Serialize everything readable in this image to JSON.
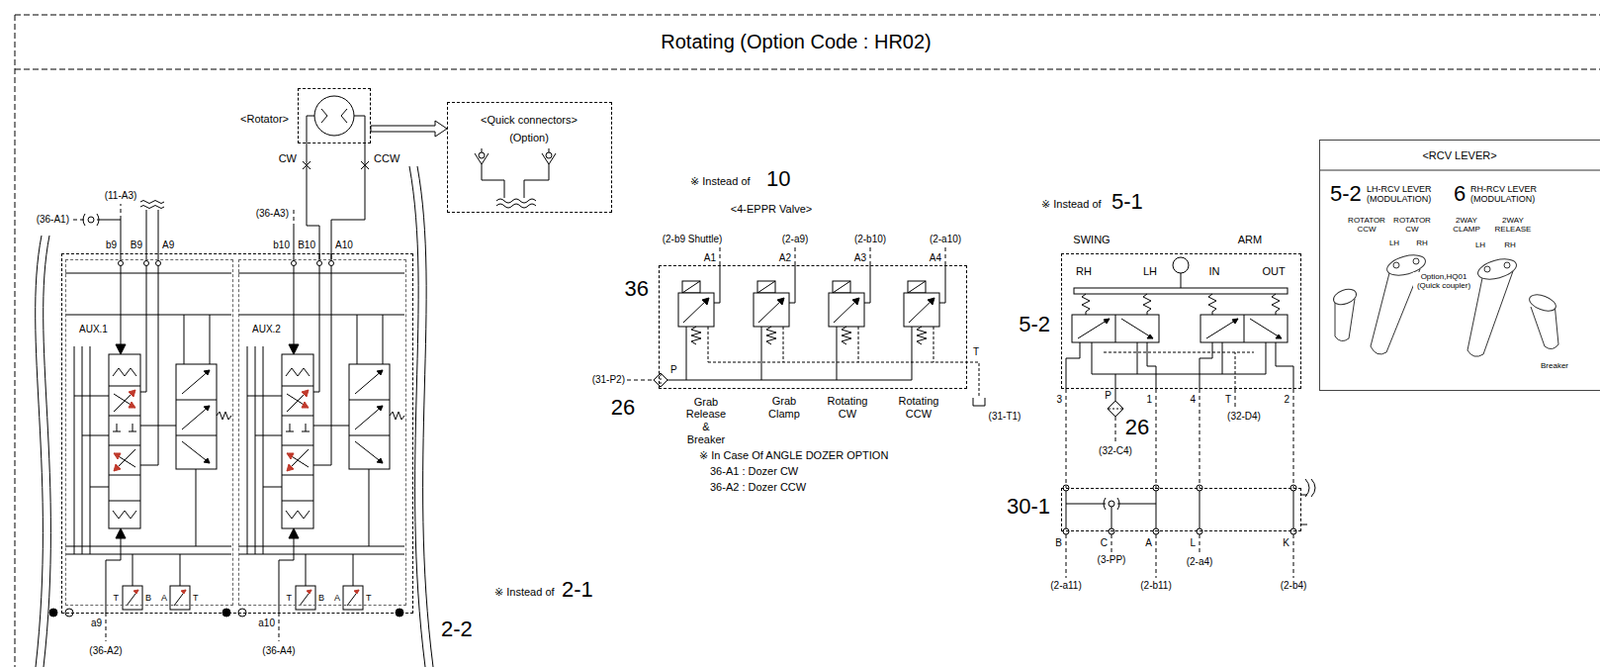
{
  "diagram": {
    "title": "Rotating (Option Code : HR02)",
    "nodes": [
      {
        "text": [
          "<Rotator>"
        ]
      },
      {
        "text": [
          "<Quick connectors>",
          "(Option)"
        ]
      },
      {
        "text": [
          "2-2"
        ]
      },
      {
        "text": [
          "AUX.1"
        ],
        "in": 2
      },
      {
        "text": [
          "AUX.2"
        ],
        "in": 2
      },
      {
        "text": [
          "<4-EPPR Valve>",
          "36"
        ]
      },
      {
        "text": [
          "5-2"
        ]
      },
      {
        "text": [
          "30-1"
        ]
      },
      {
        "text": [
          "<RCV LEVER>"
        ]
      }
    ],
    "edges": [
      {
        "from": 0,
        "to": 1,
        "arrow": "to"
      },
      {
        "from": 0,
        "to": 4,
        "arrow": "none"
      },
      {
        "from": 0,
        "to": 4,
        "arrow": "none"
      },
      {
        "from": 6,
        "to": 7,
        "arrow": "none"
      },
      {
        "from": 6,
        "to": 7,
        "arrow": "none"
      },
      {
        "from": 6,
        "to": 7,
        "arrow": "none"
      },
      {
        "from": 6,
        "to": 7,
        "arrow": "none"
      }
    ],
    "labels": [
      "CW",
      "CCW",
      "(11-A3)",
      "(36-A1)",
      "b9",
      "B9",
      "A9",
      "(36-A3)",
      "b10",
      "B10",
      "A10",
      "T",
      "B",
      "A",
      "T",
      "T",
      "B",
      "A",
      "T",
      "a9",
      "a10",
      "(36-A2)",
      "(36-A4)",
      "※ Instead of",
      "2-1",
      "※ Instead of",
      "10",
      "(2-b9 Shuttle)",
      "(2-a9)",
      "(2-b10)",
      "(2-a10)",
      "A1",
      "A2",
      "A3",
      "A4",
      "P",
      "T",
      "(31-P2)",
      "26",
      "Grab Release & Breaker",
      "Grab Clamp",
      "Rotating CW",
      "Rotating CCW",
      "(31-T1)",
      "※ In Case Of ANGLE DOZER OPTION",
      "36-A1 : Dozer CW",
      "36-A2 : Dozer CCW",
      "※ Instead of",
      "5-1",
      "SWING",
      "ARM",
      "RH",
      "LH",
      "IN",
      "OUT",
      "3",
      "P",
      "1",
      "4",
      "T",
      "2",
      "26",
      "(32-C4)",
      "(32-D4)",
      "B",
      "C",
      "A",
      "L",
      "K",
      "(3-PP)",
      "(2-a4)",
      "(2-a11)",
      "(2-b11)",
      "(2-b4)",
      "5-2",
      "LH-RCV LEVER (MODULATION)",
      "6",
      "RH-RCV LEVER (MODULATION)",
      "ROTATOR CCW",
      "ROTATOR CW",
      "2WAY CLAMP",
      "2WAY RELEASE",
      "LH",
      "RH",
      "LH",
      "RH",
      "Option,HQ01 (Quick coupler)",
      "Breaker"
    ]
  }
}
